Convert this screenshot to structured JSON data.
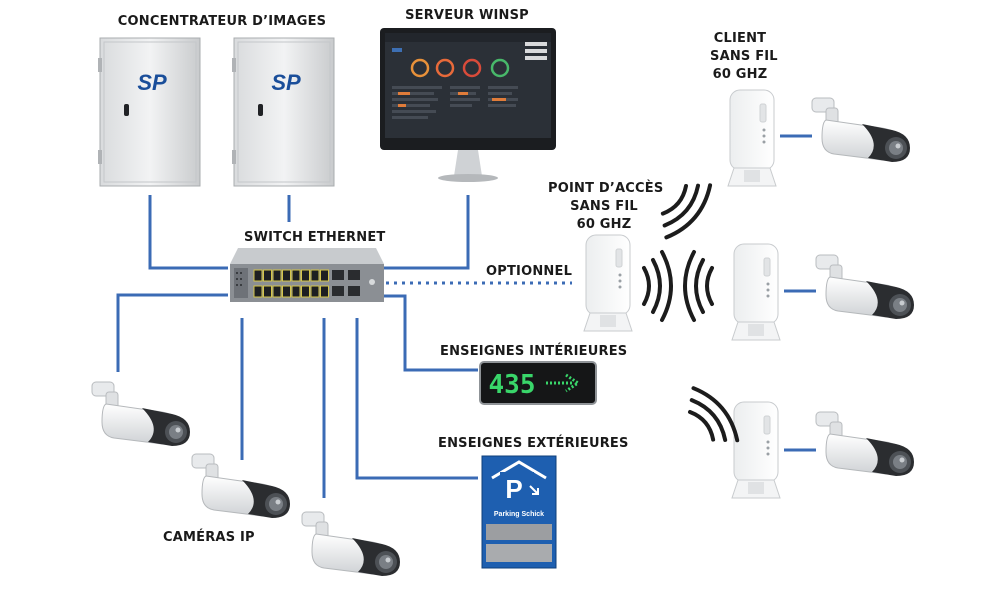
{
  "labels": {
    "image_hub": "CONCENTRATEUR D’IMAGES",
    "server": "SERVEUR WINSP",
    "client_line1": "CLIENT",
    "client_line2": "SANS FIL",
    "client_line3": "60 GHZ",
    "ap_line1": "POINT D’ACCÈS",
    "ap_line2": "SANS FIL",
    "ap_line3": "60 GHZ",
    "switch": "SWITCH ETHERNET",
    "optional": "OPTIONNEL",
    "indoor_signs": "ENSEIGNES INTÉRIEURES",
    "outdoor_signs": "ENSEIGNES EXTÉRIEURES",
    "ip_cameras": "CAMÉRAS IP"
  },
  "brand": {
    "cabinet_logo": "SP",
    "indoor_sign_value": "435",
    "parking_sign_letter": "P",
    "parking_sign_name": "Parking Schick"
  },
  "colors": {
    "link_line": "#3b6bb5",
    "sign_blue": "#1e5fb0",
    "led_green": "#39d66a",
    "logo_blue": "#1a4e9a"
  },
  "icons": {
    "cabinet": "electrical-cabinet-icon",
    "monitor": "monitor-icon",
    "switch": "ethernet-switch-icon",
    "camera": "bullet-camera-icon",
    "radio": "wireless-radio-icon",
    "wifi": "wireless-signal-icon",
    "sign": "led-sign-icon",
    "parking": "parking-sign-icon"
  }
}
